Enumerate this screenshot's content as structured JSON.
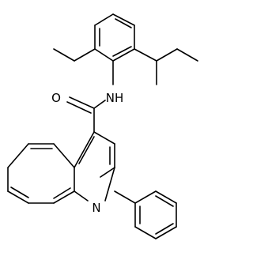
{
  "molecule": {
    "atoms": {
      "oxygen": "O",
      "amide_nitrogen": "NH",
      "ring_nitrogen": "N"
    },
    "bond_color": "#000000",
    "background": "#ffffff"
  }
}
